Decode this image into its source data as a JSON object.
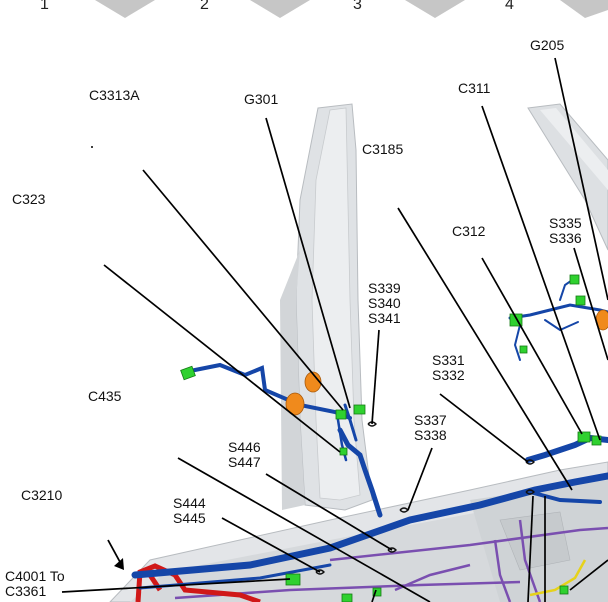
{
  "zone_numbers": [
    "1",
    "2",
    "3",
    "4"
  ],
  "colors": {
    "harness_blue": "#1546a8",
    "connector_green": "#2fd12f",
    "connector_orange": "#f08a1c",
    "harness_red": "#d01818",
    "harness_purple": "#7a4fb0",
    "harness_yellow": "#e6d21a",
    "body_grey": "#d9dcdf"
  },
  "labels": {
    "g205": "G205",
    "c3313a": "C3313A",
    "g301": "G301",
    "c311": "C311",
    "c3185": "C3185",
    "c323": "C323",
    "c312": "C312",
    "s335_s336": "S335\nS336",
    "s339_s341": "S339\nS340\nS341",
    "s331_s332": "S331\nS332",
    "c435": "C435",
    "s337_s338": "S337\nS338",
    "s446_s447": "S446\nS447",
    "c3210": "C3210",
    "s444_s445": "S444\nS445",
    "c4001_c3361": "C4001 To\nC3361"
  }
}
